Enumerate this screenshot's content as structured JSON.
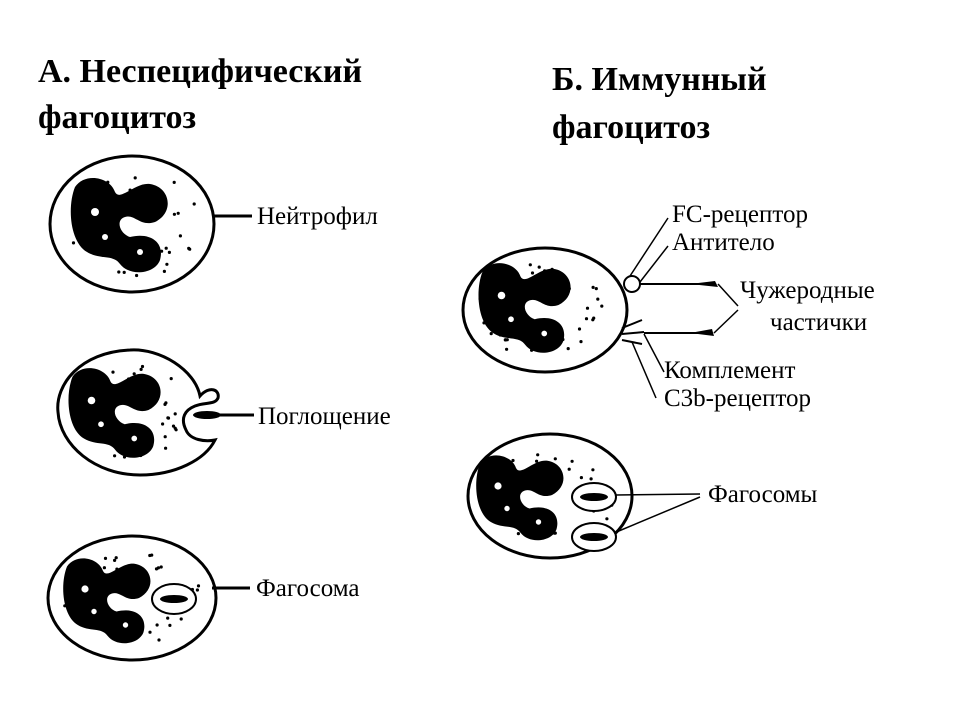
{
  "section_a": {
    "title_line1": "А.  Неспецифический",
    "title_line2": "фагоцитоз",
    "labels": {
      "neutrophil": "Нейтрофил",
      "engulfment": "Поглощение",
      "phagosome": "Фагосома"
    }
  },
  "section_b": {
    "title_line1": "Б.  Иммунный",
    "title_line2": "фагоцитоз",
    "labels": {
      "fc_receptor": "FC-рецептор",
      "antibody": "Антитело",
      "foreign_particles_line1": "Чужеродные",
      "foreign_particles_line2": "частички",
      "complement": "Комплемент",
      "c3b_receptor": "C3b-рецептор",
      "phagosomes": "Фагосомы"
    }
  },
  "colors": {
    "ink": "#000000",
    "background": "#ffffff"
  }
}
